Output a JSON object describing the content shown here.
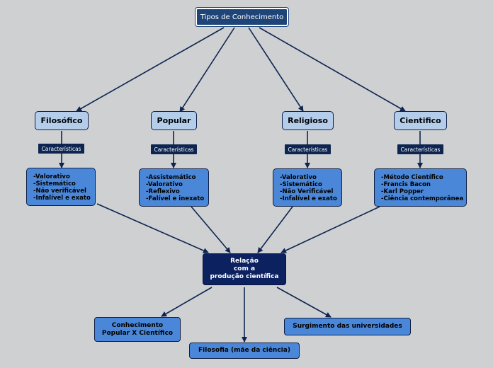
{
  "root": {
    "label": "Tipos de Conhecimento"
  },
  "branches": [
    {
      "name": "Filosófico",
      "tag": "Características",
      "features": [
        "-Valorativo",
        "-Sistemático",
        "-Não verificável",
        "-Infalível e exato"
      ]
    },
    {
      "name": "Popular",
      "tag": "Características",
      "features": [
        "-Assistemático",
        "-Valorativo",
        "-Reflexivo",
        "-Falível e inexato"
      ]
    },
    {
      "name": "Religioso",
      "tag": "Características",
      "features": [
        "-Valorativo",
        "-Sistemático",
        "-Não Verificável",
        "-Infalível e exato"
      ]
    },
    {
      "name": "Cientifico",
      "tag": "Características",
      "features": [
        "-Método Científico",
        "-Francis Bacon",
        "-Karl Popper",
        "-Ciência contemporânea"
      ]
    }
  ],
  "center": {
    "lines": [
      "Relação",
      "com a",
      "produção científica"
    ]
  },
  "outcomes": [
    {
      "lines": [
        "Conhecimento",
        "Popular X Científico"
      ]
    },
    {
      "lines": [
        "Filosofia (mãe da ciência)"
      ]
    },
    {
      "lines": [
        "Surgimento das universidades"
      ]
    }
  ],
  "colors": {
    "background": "#cfd0d2",
    "root_fill": "#1f4578",
    "topic_fill": "#b4cdeb",
    "tag_fill": "#0d2550",
    "feature_fill": "#4a87d8",
    "center_fill": "#0c2160",
    "line": "#0d2550"
  }
}
